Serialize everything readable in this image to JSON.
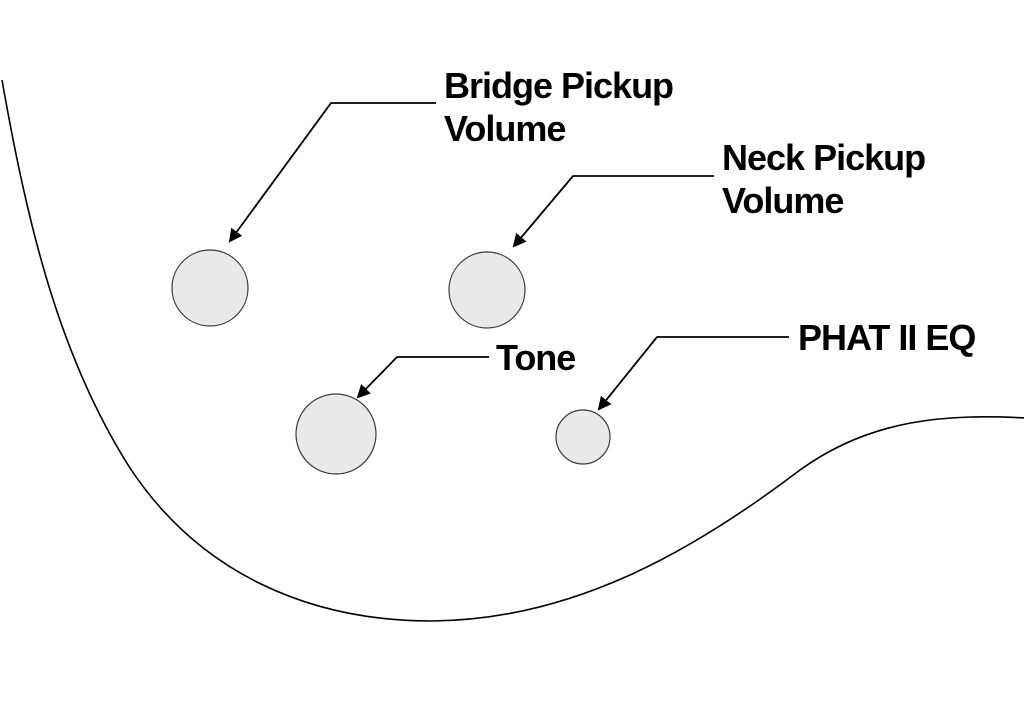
{
  "diagram": {
    "subject": "bass-guitar-control-layout",
    "labels": {
      "bridge_volume": "Bridge Pickup\nVolume",
      "neck_volume": "Neck Pickup\nVolume",
      "tone": "Tone",
      "phat_eq": "PHAT II EQ"
    },
    "knobs": [
      {
        "name": "bridge-pickup-volume-knob",
        "label": "Bridge Pickup Volume"
      },
      {
        "name": "neck-pickup-volume-knob",
        "label": "Neck Pickup Volume"
      },
      {
        "name": "tone-knob",
        "label": "Tone"
      },
      {
        "name": "phat-ii-eq-knob",
        "label": "PHAT II EQ"
      }
    ],
    "colors": {
      "background": "#ffffff",
      "line": "#000000",
      "knob_fill": "#e9e9e9",
      "knob_stroke": "#3a3a3a",
      "text": "#000000"
    }
  }
}
